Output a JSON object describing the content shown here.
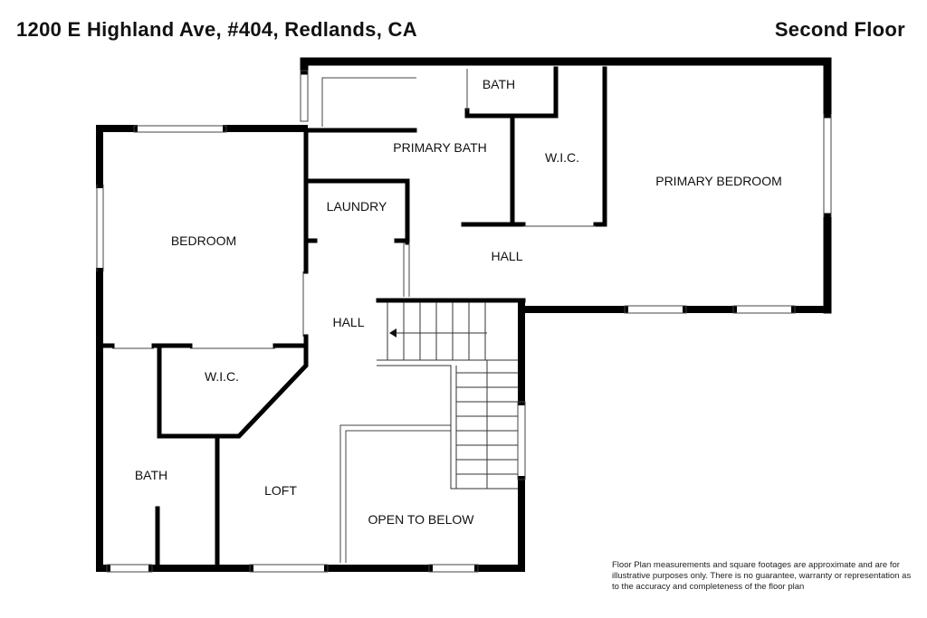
{
  "header": {
    "address": "1200 E Highland Ave, #404, Redlands, CA",
    "floor": "Second Floor"
  },
  "rooms": {
    "bath_top": "BATH",
    "primary_bath": "PRIMARY BATH",
    "wic_primary": "W.I.C.",
    "primary_bedroom": "PRIMARY BEDROOM",
    "laundry": "LAUNDRY",
    "bedroom": "BEDROOM",
    "hall_upper": "HALL",
    "hall_center": "HALL",
    "wic_left": "W.I.C.",
    "bath_left": "BATH",
    "loft": "LOFT",
    "open_to_below": "OPEN TO BELOW"
  },
  "disclaimer": "Floor Plan measurements and square footages are approximate and are for illustrative purposes only. There is no guarantee, warranty or representation as to the accuracy and completeness of the floor plan"
}
